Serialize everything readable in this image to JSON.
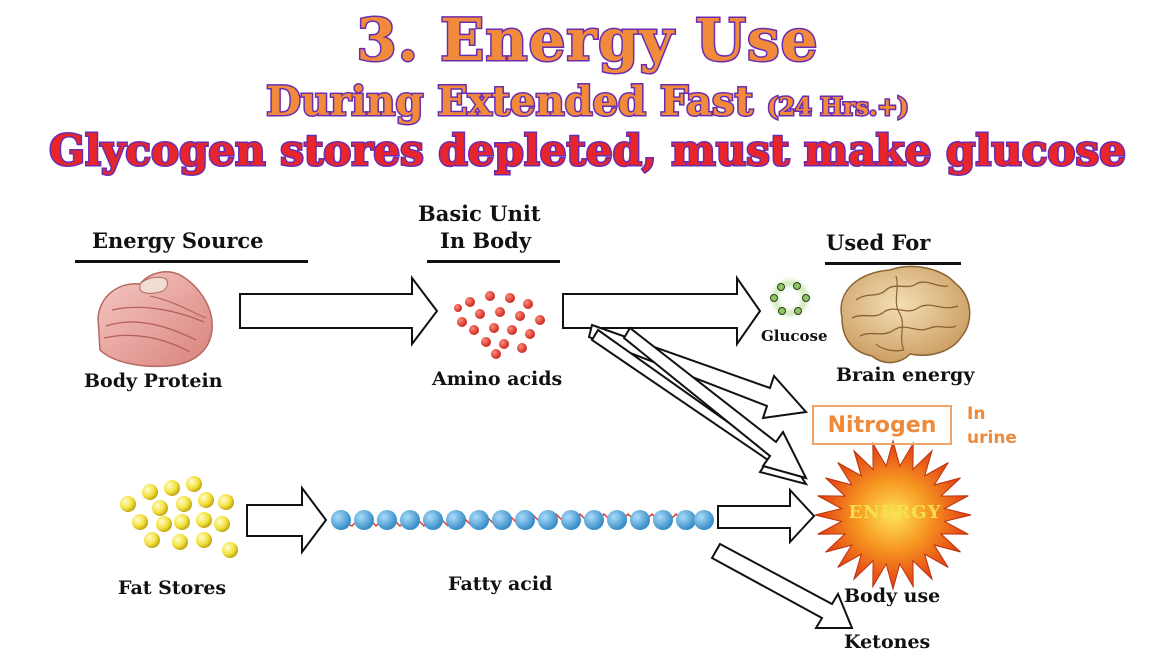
{
  "title": {
    "main": "3. Energy Use",
    "sub": "During Extended Fast",
    "sub_small": "(24 Hrs.+)",
    "third": "Glycogen stores depleted, must make glucose"
  },
  "headers": {
    "energy_source": "Energy Source",
    "basic_unit_line1": "Basic Unit",
    "basic_unit_line2": "In Body",
    "used_for": "Used For"
  },
  "labels": {
    "body_protein": "Body Protein",
    "amino_acids": "Amino acids",
    "glucose": "Glucose",
    "brain_energy": "Brain energy",
    "nitrogen": "Nitrogen",
    "in_urine_line1": "In",
    "in_urine_line2": "urine",
    "energy": "ENERGY",
    "body_use": "Body use",
    "fat_stores": "Fat Stores",
    "fatty_acid": "Fatty acid",
    "ketones": "Ketones"
  },
  "colors": {
    "title_orange": "#f28a3c",
    "title_red": "#e8252a",
    "title_outline": "#6a2db2",
    "nitrogen_orange": "#ef8a3a",
    "amino_red": "#e0382f",
    "fat_yellow": "#f3e23a",
    "fatty_acid_blue": "#4fa7dc",
    "glucose_green": "#8fc466"
  }
}
